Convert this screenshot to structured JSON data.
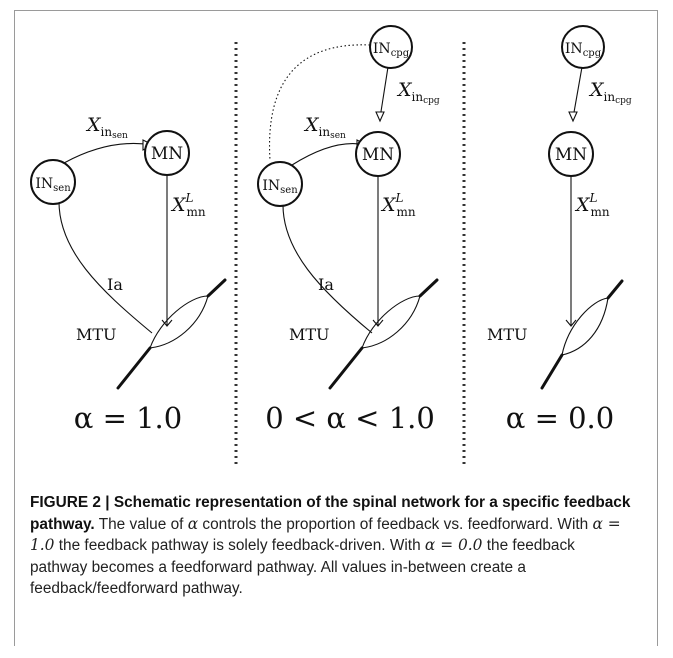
{
  "figure": {
    "panels": [
      {
        "nodes": {
          "mn": "MN",
          "in_sen": "IN",
          "in_sen_sub": "sen"
        },
        "labels": {
          "x_in_sen": "X",
          "x_in_sen_sub": "in",
          "x_in_sen_subsub": "sen",
          "x_mn": "X",
          "x_mn_sup": "L",
          "x_mn_sub": "mn",
          "ia": "Ia",
          "mtu": "MTU"
        },
        "alpha_text": "α = 1.0"
      },
      {
        "nodes": {
          "mn": "MN",
          "in_sen": "IN",
          "in_sen_sub": "sen",
          "in_cpg": "IN",
          "in_cpg_sub": "cpg"
        },
        "labels": {
          "x_in_sen": "X",
          "x_in_sen_sub": "in",
          "x_in_sen_subsub": "sen",
          "x_in_cpg": "X",
          "x_in_cpg_sub": "in",
          "x_in_cpg_subsub": "cpg",
          "x_mn": "X",
          "x_mn_sup": "L",
          "x_mn_sub": "mn",
          "ia": "Ia",
          "mtu": "MTU"
        },
        "alpha_text": "0 < α < 1.0"
      },
      {
        "nodes": {
          "mn": "MN",
          "in_cpg": "IN",
          "in_cpg_sub": "cpg"
        },
        "labels": {
          "x_in_cpg": "X",
          "x_in_cpg_sub": "in",
          "x_in_cpg_subsub": "cpg",
          "x_mn": "X",
          "x_mn_sup": "L",
          "x_mn_sub": "mn",
          "mtu": "MTU"
        },
        "alpha_text": "α = 0.0"
      }
    ]
  },
  "caption": {
    "label": "FIGURE 2 | Schematic representation of the spinal network for a specific feedback pathway.",
    "t1": " The value of ",
    "alpha": "α",
    "t2": " controls the proportion of feedback vs. feedforward. With ",
    "eq1": "α = 1.0",
    "t3": " the feedback pathway is solely feedback-driven. With ",
    "eq2": "α = 0.0",
    "t4": " the feedback pathway becomes a feedforward pathway. All values in-between create a feedback/feedforward pathway."
  }
}
